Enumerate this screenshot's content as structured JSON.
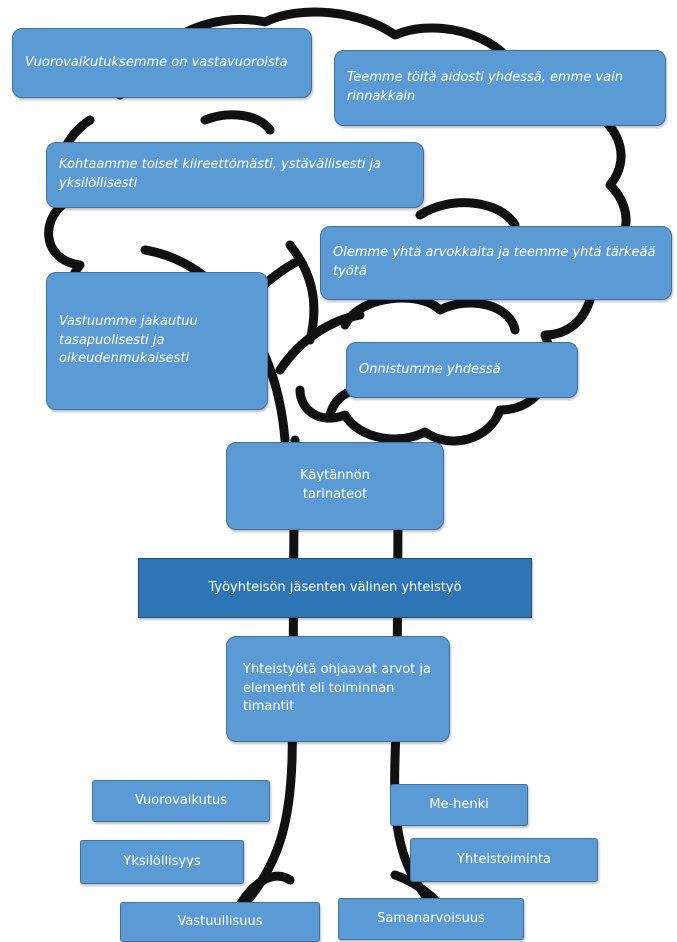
{
  "canopy_values": [
    "Vuorovaikutuksemme on vastavuoroista",
    "Teemme töitä aidosti yhdessä, emme vain rinnakkain",
    "Kohtaamme toiset kiireettömästi, ystävällisesti ja yksilöllisesti",
    "Olemme yhtä arvokkaita ja teemme yhtä tärkeää työtä",
    "Vastuumme jakautuu tasapuolisesti ja oikeudenmukaisesti",
    "Onnistumme yhdessä"
  ],
  "core": {
    "practice": "Käytännön tarinateot",
    "cooperation": "Työyhteisön jäsenten välinen yhteistyö",
    "values": "Yhteistyötä ohjaavat arvot ja elementit eli toiminnan timantit"
  },
  "roots": [
    "Vuorovaikutus",
    "Me-henki",
    "Yksilöllisyys",
    "Yhteistoiminta",
    "Vastuullisuus",
    "Samanarvoisuus"
  ],
  "colors": {
    "box_fill": "#5b9bd5",
    "box_fill_dark": "#2e75b6",
    "outline": "#111111"
  }
}
